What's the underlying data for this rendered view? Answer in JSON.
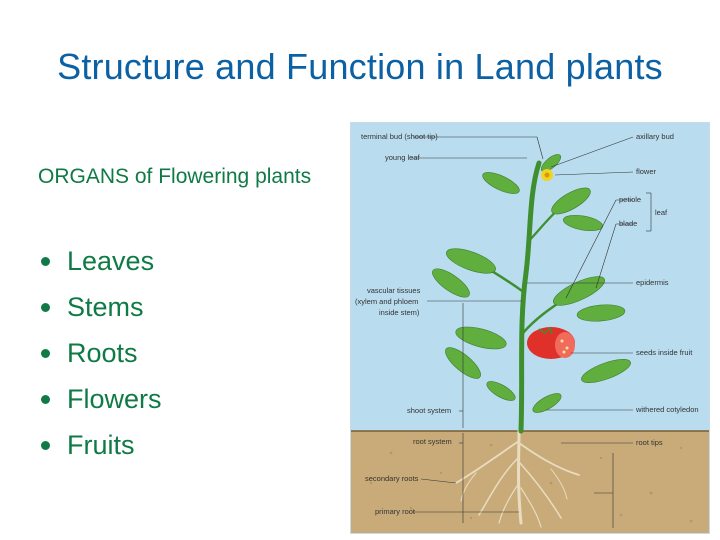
{
  "slide": {
    "title": "Structure and Function in Land plants",
    "subtitle": "ORGANS of Flowering plants",
    "bullets": [
      "Leaves",
      "Stems",
      "Roots",
      "Flowers",
      "Fruits"
    ]
  },
  "diagram": {
    "labels_left": {
      "terminal_bud": "terminal bud (shoot tip)",
      "young_leaf": "young leaf",
      "vascular_1": "vascular tissues",
      "vascular_2": "(xylem and phloem",
      "vascular_3": "inside stem)",
      "shoot_system": "shoot system",
      "root_system": "root system",
      "secondary_roots": "secondary roots",
      "primary_root": "primary root"
    },
    "labels_right": {
      "axillary_bud": "axillary bud",
      "flower": "flower",
      "petiole": "petiole",
      "leaf": "leaf",
      "blade": "blade",
      "epidermis": "epidermis",
      "seeds_inside_fruit": "seeds inside fruit",
      "withered_cotyledon": "withered cotyledon",
      "root_tips": "root tips"
    },
    "colors": {
      "sky": "#b9dcef",
      "soil": "#c9ab7a",
      "leaf": "#5fae3e",
      "stem": "#3f8f2f",
      "fruit": "#e0302a",
      "flower": "#f4d21e"
    }
  }
}
